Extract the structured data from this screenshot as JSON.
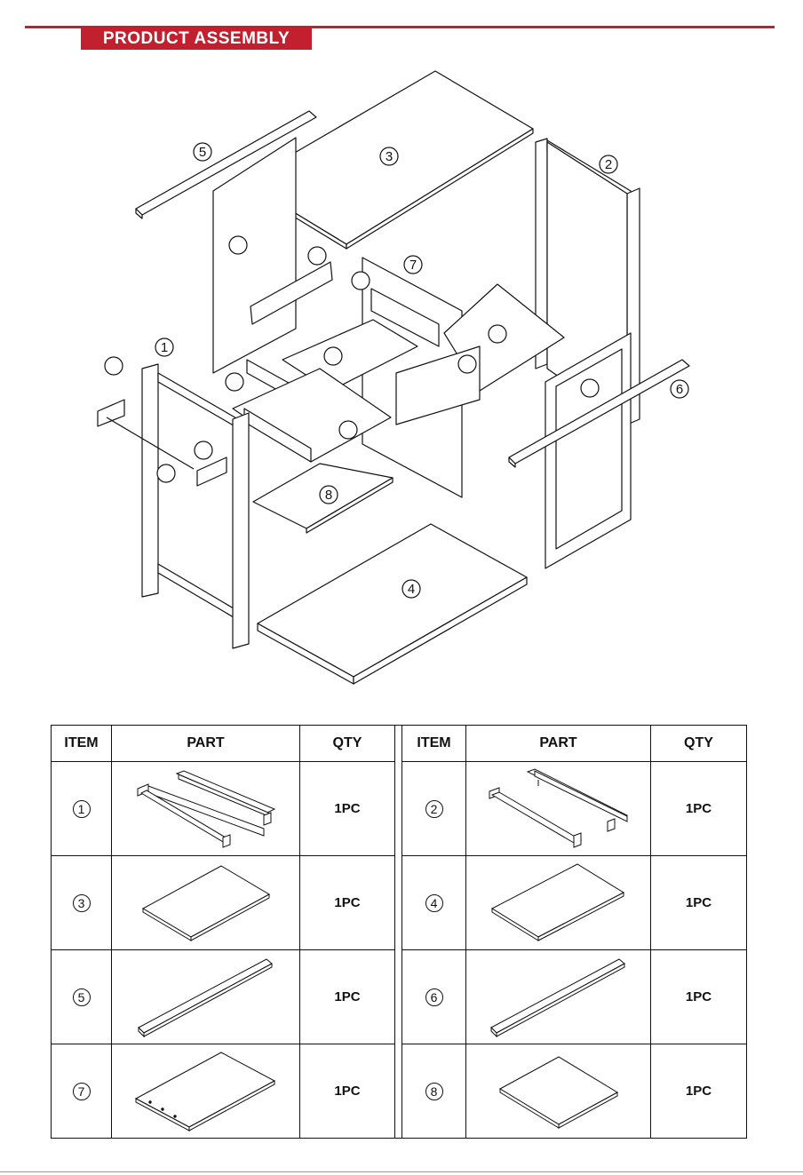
{
  "header": {
    "title": "PRODUCT ASSEMBLY",
    "accent_color": "#c3202f"
  },
  "diagram": {
    "callouts": [
      "5",
      "3",
      "2",
      "7",
      "1",
      "6",
      "8",
      "4"
    ]
  },
  "table": {
    "headers": {
      "item": "ITEM",
      "part": "PART",
      "qty": "QTY"
    },
    "rows": [
      {
        "left": {
          "item": "1",
          "qty": "1PC",
          "part_icon": "frame-panel-icon"
        },
        "right": {
          "item": "2",
          "qty": "1PC",
          "part_icon": "frame-panel-icon"
        }
      },
      {
        "left": {
          "item": "3",
          "qty": "1PC",
          "part_icon": "board-panel-icon"
        },
        "right": {
          "item": "4",
          "qty": "1PC",
          "part_icon": "board-panel-icon"
        }
      },
      {
        "left": {
          "item": "5",
          "qty": "1PC",
          "part_icon": "rail-bar-icon"
        },
        "right": {
          "item": "6",
          "qty": "1PC",
          "part_icon": "rail-bar-icon"
        }
      },
      {
        "left": {
          "item": "7",
          "qty": "1PC",
          "part_icon": "drilled-board-icon"
        },
        "right": {
          "item": "8",
          "qty": "1PC",
          "part_icon": "shelf-board-icon"
        }
      }
    ]
  }
}
